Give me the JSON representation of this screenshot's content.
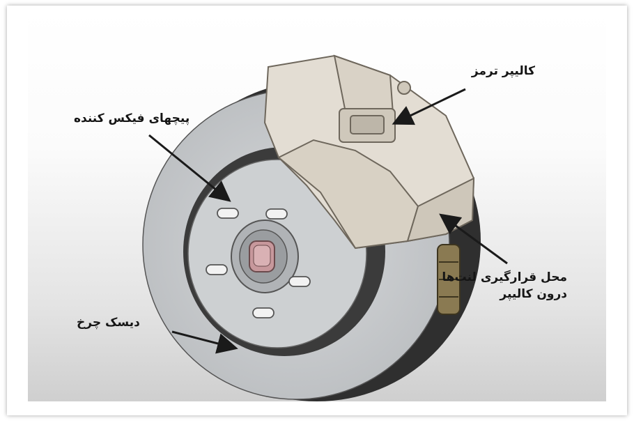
{
  "labels": {
    "brake_caliper": "کالیپر ترمز",
    "fixing_bolts": "پیچهای فیکس کننده",
    "pad_mount_line1": "محل قرارگیری لنت‌ها",
    "pad_mount_line2": "درون کالیپر",
    "wheel_disc": "دیسک چرخ"
  },
  "colors": {
    "disc": "#c9cbcd",
    "disc_dark": "#3a3a3a",
    "caliper": "#e3ddd3",
    "nut": "#c7989c",
    "arrow": "#1a1a1a",
    "text": "#151515"
  }
}
